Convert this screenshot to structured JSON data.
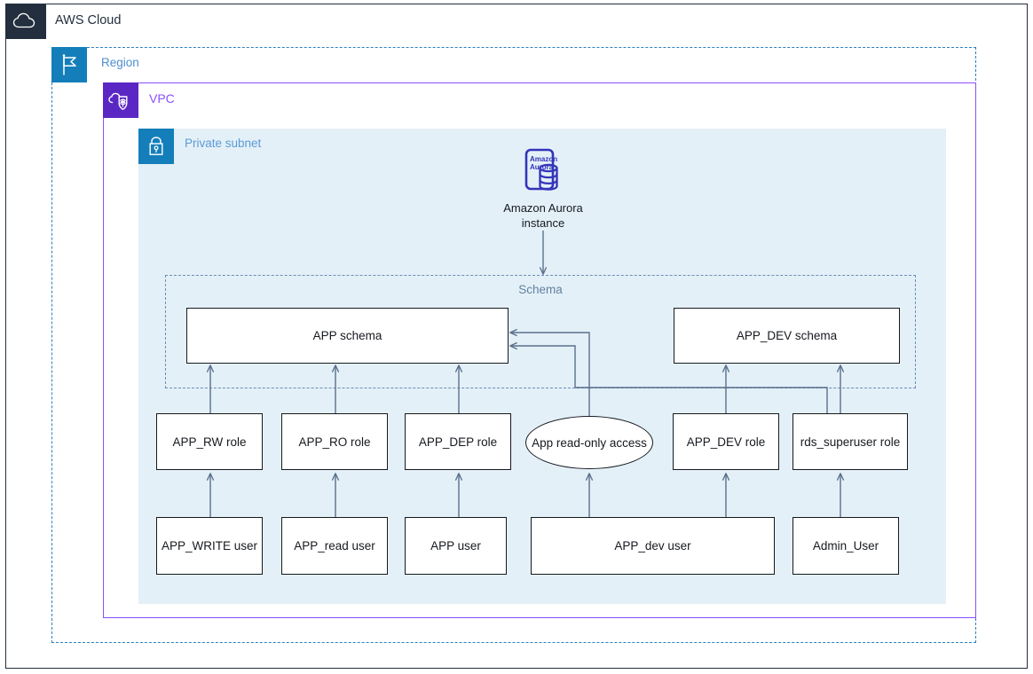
{
  "cloud": {
    "label": "AWS Cloud",
    "icon": "aws-cloud-icon",
    "color": "#232f3e"
  },
  "region": {
    "label": "Region",
    "icon": "region-flag-icon",
    "border_color": "#2a7fc0",
    "label_color": "#4e8ed0"
  },
  "vpc": {
    "label": "VPC",
    "icon": "vpc-icon",
    "border_color": "#8c4fff",
    "label_color": "#8c4fff"
  },
  "subnet": {
    "label": "Private subnet",
    "icon": "private-subnet-lock-icon",
    "fill_color": "#e4f0f8",
    "label_color": "#5b9bd5"
  },
  "aurora": {
    "icon": "amazon-aurora-icon",
    "icon_text_line1": "Amazon",
    "icon_text_line2": "Aurora",
    "label_line1": "Amazon Aurora",
    "label_line2": "instance",
    "color": "#3334b9"
  },
  "schema_group": {
    "label": "Schema",
    "border_color": "#6b8db5",
    "label_color": "#64819f"
  },
  "schemas": [
    {
      "id": "app-schema",
      "label": "APP schema"
    },
    {
      "id": "app-dev-schema",
      "label": "APP_DEV schema"
    }
  ],
  "roles": [
    {
      "id": "app-rw-role",
      "label": "APP_RW role"
    },
    {
      "id": "app-ro-role",
      "label": "APP_RO role"
    },
    {
      "id": "app-dep-role",
      "label": "APP_DEP role"
    },
    {
      "id": "app-read-only-access",
      "label": "App read-only access",
      "shape": "ellipse"
    },
    {
      "id": "app-dev-role",
      "label": "APP_DEV role"
    },
    {
      "id": "rds-superuser-role",
      "label": "rds_superuser role"
    }
  ],
  "users": [
    {
      "id": "app-write-user",
      "label": "APP_WRITE user"
    },
    {
      "id": "app-read-user",
      "label": "APP_read user"
    },
    {
      "id": "app-user",
      "label": "APP user"
    },
    {
      "id": "app-dev-user",
      "label": "APP_dev user"
    },
    {
      "id": "admin-user",
      "label": "Admin_User"
    }
  ],
  "connections": [
    {
      "from": "amazon-aurora-instance",
      "to": "schema-group"
    },
    {
      "from": "app-rw-role",
      "to": "app-schema"
    },
    {
      "from": "app-ro-role",
      "to": "app-schema"
    },
    {
      "from": "app-dep-role",
      "to": "app-schema"
    },
    {
      "from": "app-read-only-access",
      "to": "app-schema"
    },
    {
      "from": "app-dev-role",
      "to": "app-dev-schema"
    },
    {
      "from": "rds-superuser-role",
      "to": "app-dev-schema"
    },
    {
      "from": "rds-superuser-role",
      "to": "app-schema"
    },
    {
      "from": "app-write-user",
      "to": "app-rw-role"
    },
    {
      "from": "app-read-user",
      "to": "app-ro-role"
    },
    {
      "from": "app-user",
      "to": "app-dep-role"
    },
    {
      "from": "app-dev-user",
      "to": "app-read-only-access"
    },
    {
      "from": "app-dev-user",
      "to": "app-dev-role"
    },
    {
      "from": "admin-user",
      "to": "rds-superuser-role"
    }
  ],
  "style": {
    "connector_color": "#58708c",
    "node_border": "#16191f",
    "node_fill": "#ffffff"
  }
}
